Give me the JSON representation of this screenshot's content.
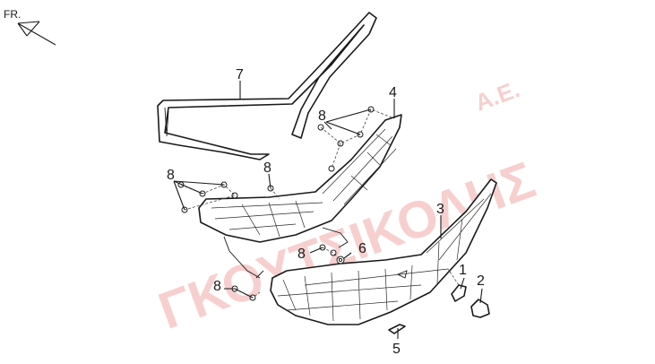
{
  "orientation": {
    "label": "FR."
  },
  "watermark": {
    "text": "ΓΚΟΥΤΣΙΚΟΛΗΣ",
    "suffix": "Α.Ε."
  },
  "callouts": {
    "c1": "1",
    "c2": "2",
    "c3": "3",
    "c4": "4",
    "c5": "5",
    "c6": "6",
    "c7": "7",
    "c8a": "8",
    "c8b": "8",
    "c8c": "8",
    "c8d": "8",
    "c8e": "8"
  },
  "colors": {
    "watermark": "#f2a9a9",
    "line": "#1a1a1a"
  }
}
